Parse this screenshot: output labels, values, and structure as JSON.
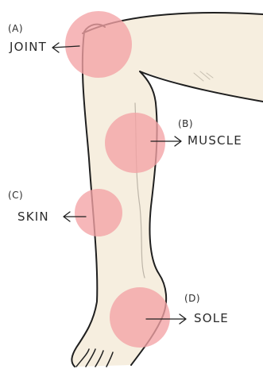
{
  "labels": {
    "a": {
      "letter": "(A)",
      "name": "JOINT"
    },
    "b": {
      "letter": "(B)",
      "name": "MUSCLE"
    },
    "c": {
      "letter": "(C)",
      "name": "SKIN"
    },
    "d": {
      "letter": "(D)",
      "name": "SOLE"
    }
  },
  "colors": {
    "highlight": "#f4a3a5",
    "skin": "#f6eedf",
    "outline": "#1f1f1f",
    "text": "#2b2b2b"
  }
}
